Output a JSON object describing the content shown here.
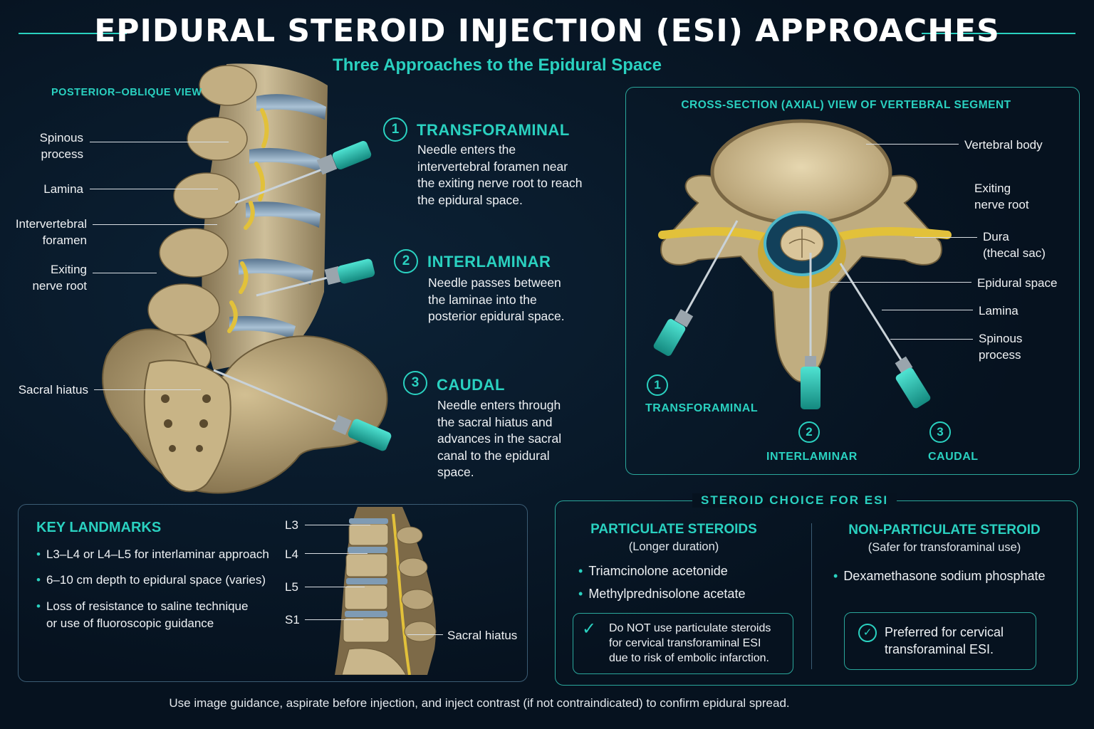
{
  "title": "EPIDURAL STEROID INJECTION (ESI) APPROACHES",
  "subtitle": "Three Approaches to the Epidural Space",
  "posterior_view": {
    "heading": "POSTERIOR–OBLIQUE VIEW",
    "labels": {
      "spinous_process": "Spinous\nprocess",
      "lamina": "Lamina",
      "intervertebral_foramen": "Intervertebral\nforamen",
      "exiting_nerve_root": "Exiting\nnerve root",
      "sacral_hiatus": "Sacral hiatus"
    }
  },
  "approaches": [
    {
      "number": "1",
      "title": "TRANSFORAMINAL",
      "description": "Needle enters the intervertebral foramen near the exiting nerve root to reach the epidural space."
    },
    {
      "number": "2",
      "title": "INTERLAMINAR",
      "description": "Needle passes between the laminae into the posterior epidural space."
    },
    {
      "number": "3",
      "title": "CAUDAL",
      "description": "Needle enters through the sacral hiatus and advances in the sacral canal to the epidural space."
    }
  ],
  "cross_section": {
    "heading": "CROSS-SECTION (AXIAL) VIEW OF VERTEBRAL SEGMENT",
    "labels": {
      "vertebral_body": "Vertebral body",
      "exiting_nerve_root": "Exiting\nnerve root",
      "dura": "Dura\n(thecal sac)",
      "epidural_space": "Epidural space",
      "lamina": "Lamina",
      "spinous_process": "Spinous\nprocess"
    },
    "needles": [
      {
        "number": "1",
        "label": "TRANSFORAMINAL"
      },
      {
        "number": "2",
        "label": "INTERLAMINAR"
      },
      {
        "number": "3",
        "label": "CAUDAL"
      }
    ]
  },
  "key_landmarks": {
    "heading": "KEY LANDMARKS",
    "items": [
      "L3–L4 or L4–L5 for interlaminar approach",
      "6–10 cm depth to epidural space (varies)",
      "Loss of resistance to saline technique\nor use of fluoroscopic guidance"
    ],
    "levels": [
      "L3",
      "L4",
      "L5",
      "S1"
    ],
    "sacral_hiatus": "Sacral hiatus"
  },
  "steroid_choice": {
    "heading": "STEROID CHOICE FOR ESI",
    "particulate": {
      "title": "PARTICULATE STEROIDS",
      "subtitle": "(Longer duration)",
      "items": [
        "Triamcinolone acetonide",
        "Methylprednisolone acetate"
      ],
      "note": "Do NOT use particulate steroids\nfor cervical transforaminal ESI\ndue to risk of embolic infarction."
    },
    "non_particulate": {
      "title": "NON-PARTICULATE STEROID",
      "subtitle": "(Safer for transforaminal use)",
      "items": [
        "Dexamethasone sodium phosphate"
      ],
      "note": "Preferred for cervical\ntransforaminal ESI."
    }
  },
  "footer": "Use image guidance, aspirate before injection, and inject contrast (if not contraindicated) to confirm epidural spread.",
  "colors": {
    "accent": "#2ad1c0",
    "background": "#06121f",
    "bone": "#c9b68b",
    "nerve": "#e2c13a",
    "disc": "#7f9bb4"
  }
}
